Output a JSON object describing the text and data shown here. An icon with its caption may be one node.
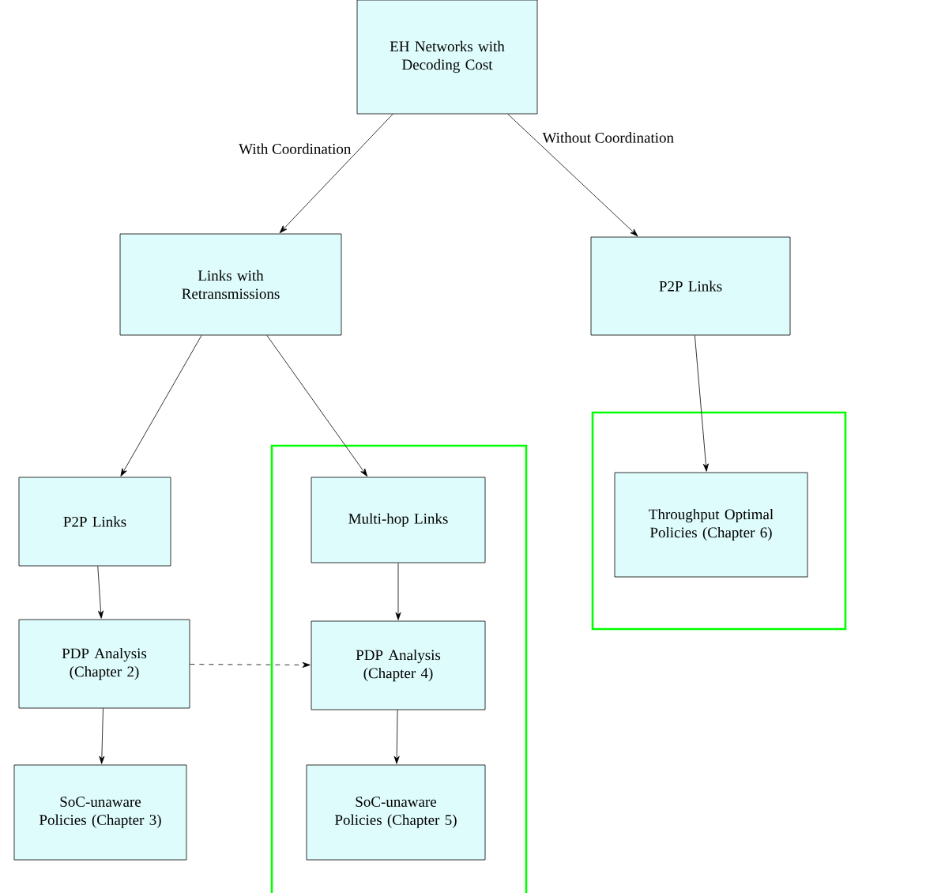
{
  "diagram": {
    "nodes": [
      {
        "text": [
          "EH Networks with Decoding Cost"
        ]
      },
      {
        "text": [
          "Links with Retransmissions"
        ]
      },
      {
        "text": [
          "P2P Links"
        ]
      },
      {
        "text": [],
        "shape": "box"
      },
      {
        "text": [
          "Throughput Optimal Policies (Chapter 6)"
        ],
        "in": 3
      },
      {
        "text": [
          "P2P Links"
        ]
      },
      {
        "text": [],
        "shape": "box"
      },
      {
        "text": [
          "Multi-hop Links"
        ],
        "in": 6
      },
      {
        "text": [
          "PDP Analysis (Chapter 2)"
        ]
      },
      {
        "text": [
          "PDP Analysis (Chapter 4)"
        ],
        "in": 6
      },
      {
        "text": [
          "SoC-unaware Policies (Chapter 3)"
        ]
      },
      {
        "text": [
          "SoC-unaware Policies (Chapter 5)"
        ],
        "in": 6
      }
    ],
    "edges": [
      {
        "from": 0,
        "to": 1,
        "arrow": "to",
        "label": "With Coordination"
      },
      {
        "from": 0,
        "to": 2,
        "arrow": "to",
        "label": "Without Coordination"
      },
      {
        "from": 1,
        "to": 5,
        "arrow": "to"
      },
      {
        "from": 1,
        "to": 7,
        "arrow": "to"
      },
      {
        "from": 2,
        "to": 4,
        "arrow": "to"
      },
      {
        "from": 5,
        "to": 8,
        "arrow": "to"
      },
      {
        "from": 8,
        "to": 10,
        "arrow": "to"
      },
      {
        "from": 8,
        "to": 9,
        "arrow": "to",
        "style": "dashed"
      },
      {
        "from": 7,
        "to": 9,
        "arrow": "to"
      },
      {
        "from": 9,
        "to": 11,
        "arrow": "to"
      }
    ]
  }
}
